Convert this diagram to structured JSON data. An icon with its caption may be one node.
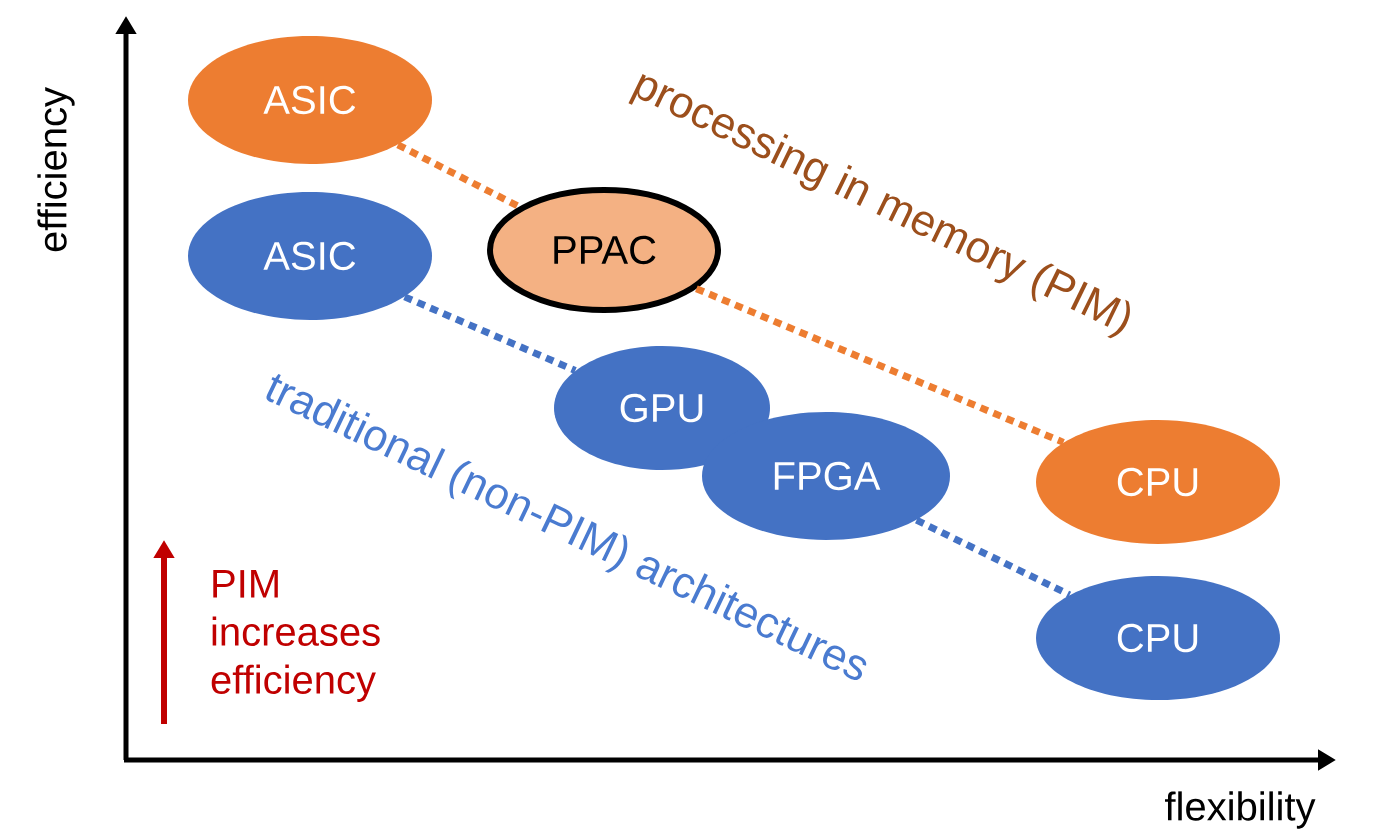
{
  "diagram": {
    "nodes": [
      {
        "text": [
          "ASIC"
        ]
      },
      {
        "text": [
          "PPAC"
        ]
      },
      {
        "text": [
          "CPU"
        ]
      },
      {
        "text": [
          "ASIC"
        ]
      },
      {
        "text": [
          "GPU"
        ]
      },
      {
        "text": [
          "FPGA"
        ]
      },
      {
        "text": [
          "CPU"
        ]
      }
    ],
    "edges": [
      {
        "from": 0,
        "to": 1,
        "arrow": "none",
        "color": "#ed7d31"
      },
      {
        "from": 1,
        "to": 2,
        "arrow": "none",
        "color": "#ed7d31"
      },
      {
        "from": 3,
        "to": 4,
        "arrow": "none",
        "color": "#4472c4"
      },
      {
        "from": 5,
        "to": 6,
        "arrow": "none",
        "color": "#4472c4"
      }
    ],
    "labels": [
      "efficiency",
      "processing in memory (PIM)",
      "traditional (non-PIM) architectures",
      "PIM increases efficiency",
      "flexibility"
    ]
  }
}
